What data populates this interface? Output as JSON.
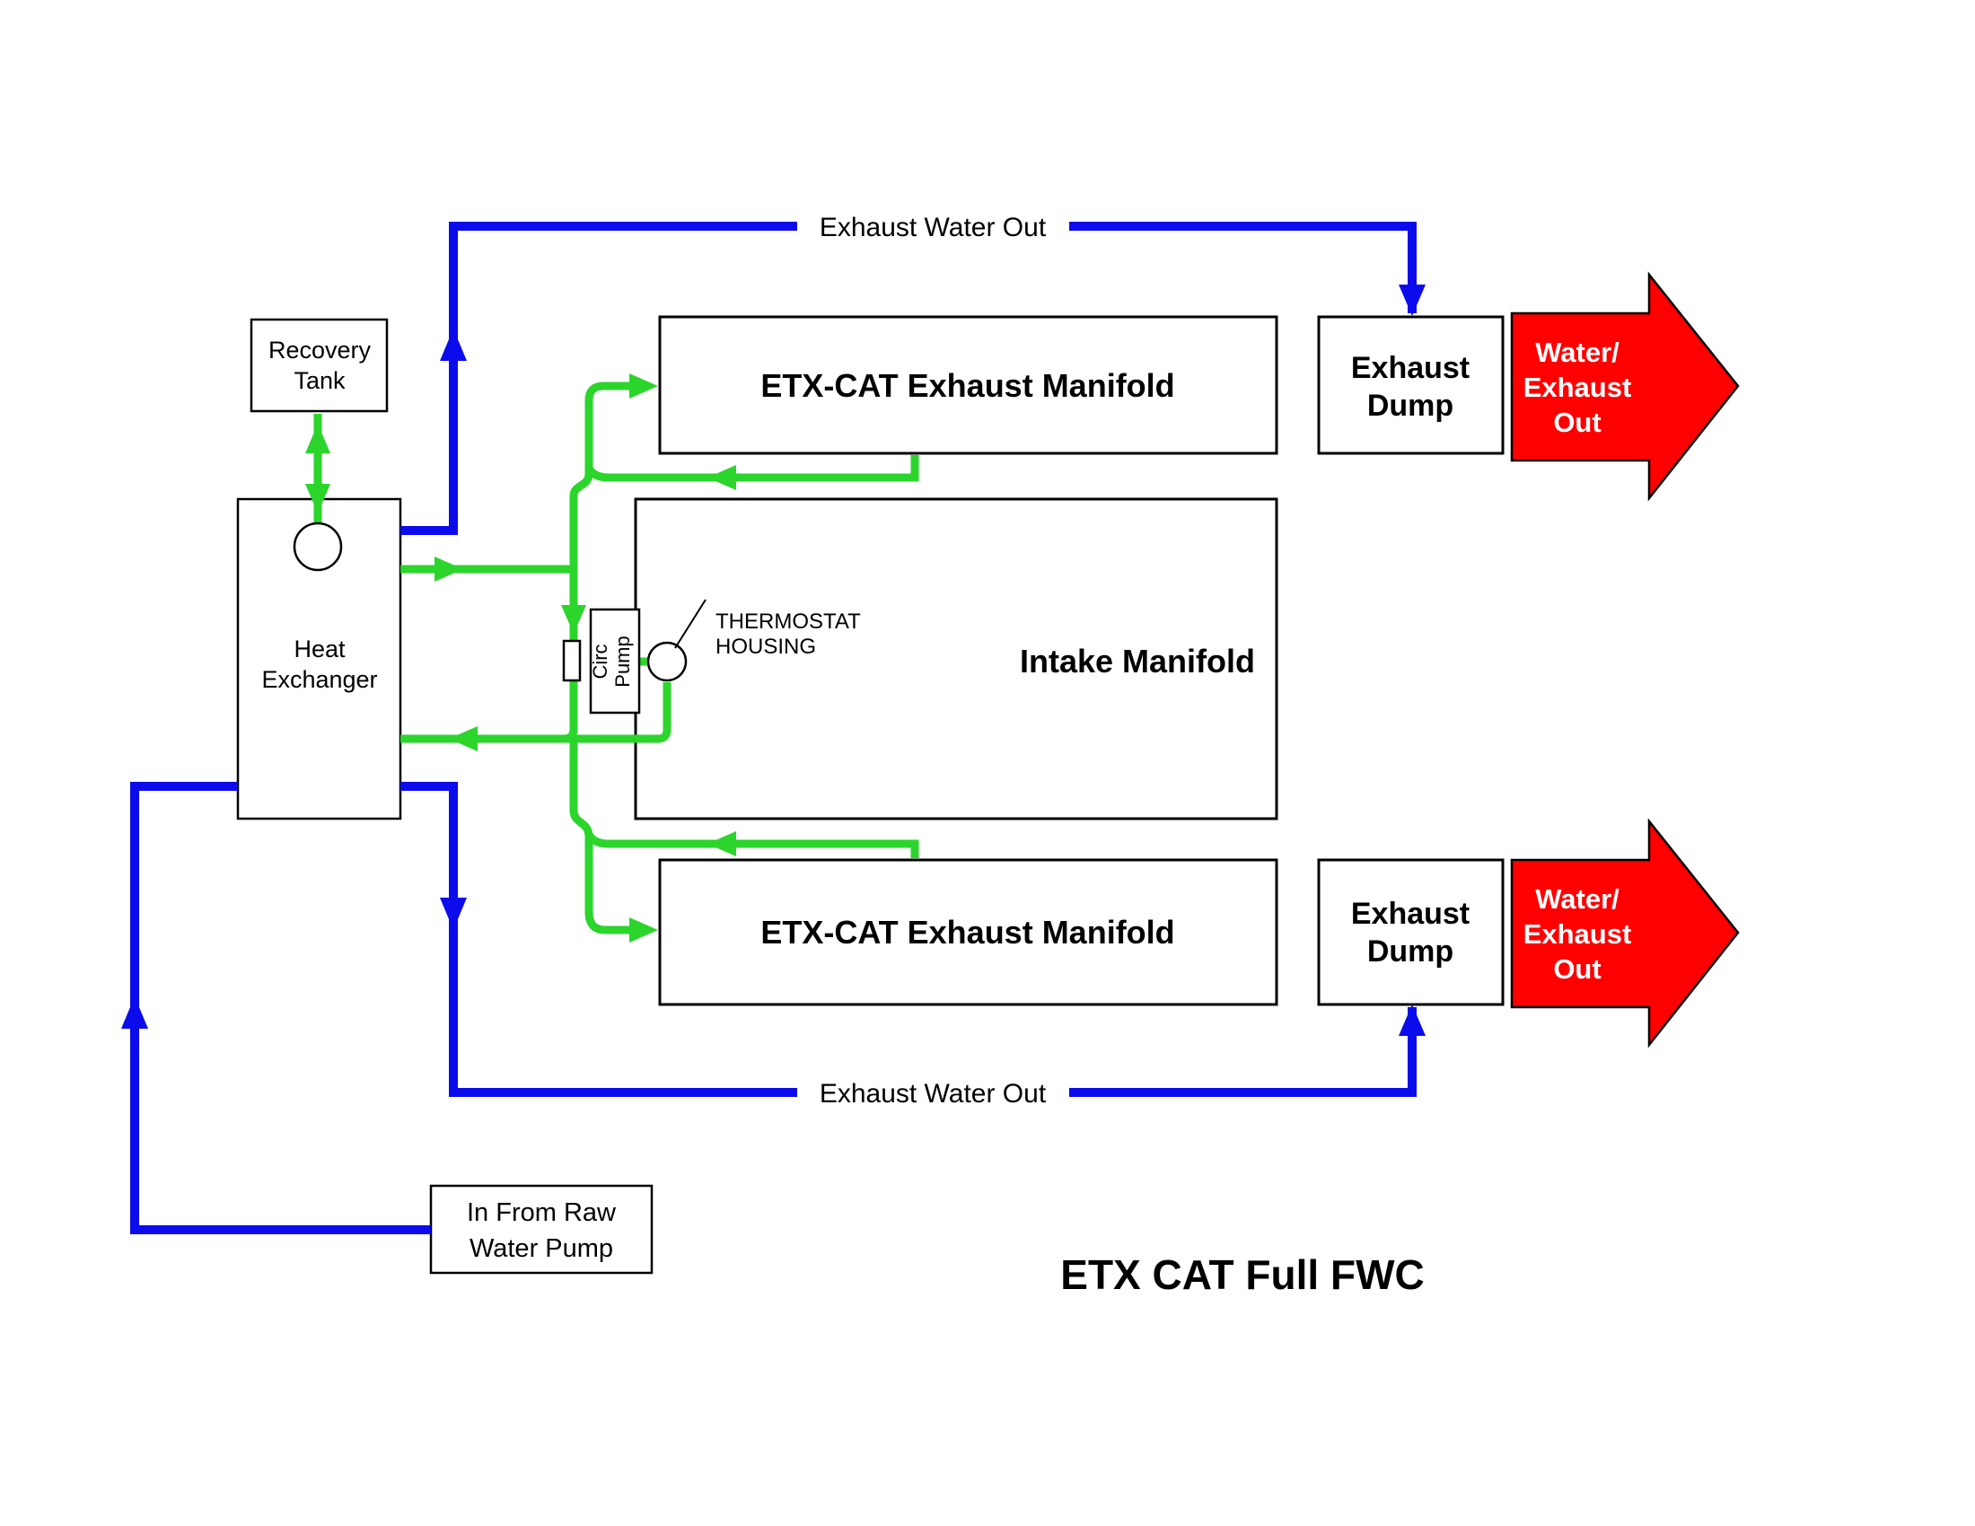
{
  "diagram": {
    "title": "ETX CAT Full FWC",
    "colors": {
      "coolant_green": "#2BD52B",
      "tank_green": "#33CC33",
      "raw_water_blue": "#0B0BEB",
      "exhaust_red": "#FF0000"
    },
    "pipes": {
      "exhaust_water_out_top": "Exhaust Water Out",
      "exhaust_water_out_bottom": "Exhaust Water Out"
    },
    "nodes": {
      "recovery_tank": {
        "lines": [
          "Recovery",
          "Tank"
        ]
      },
      "heat_exchanger": {
        "lines": [
          "Heat",
          "Exchanger"
        ]
      },
      "etx_manifold_top": {
        "label": "ETX-CAT Exhaust Manifold"
      },
      "intake_manifold": {
        "label": "Intake Manifold"
      },
      "etx_manifold_bottom": {
        "label": "ETX-CAT Exhaust Manifold"
      },
      "exhaust_dump_top": {
        "lines": [
          "Exhaust",
          "Dump"
        ]
      },
      "exhaust_dump_bottom": {
        "lines": [
          "Exhaust",
          "Dump"
        ]
      },
      "raw_water_pump_in": {
        "lines": [
          "In From Raw",
          "Water Pump"
        ]
      },
      "circ_pump": {
        "lines": [
          "Circ",
          "Pump"
        ]
      },
      "thermostat_housing": {
        "lines": [
          "THERMOSTAT",
          "HOUSING"
        ]
      },
      "water_exhaust_out_top": {
        "lines": [
          "Water/",
          "Exhaust",
          "Out"
        ]
      },
      "water_exhaust_out_bottom": {
        "lines": [
          "Water/",
          "Exhaust",
          "Out"
        ]
      }
    }
  }
}
